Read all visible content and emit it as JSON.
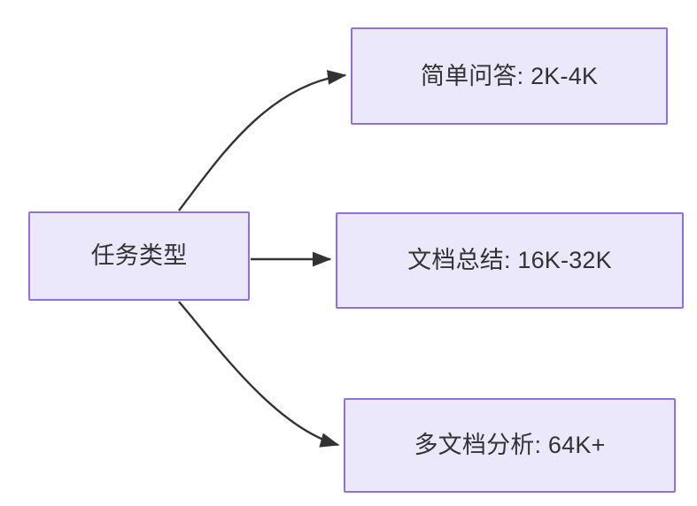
{
  "diagram": {
    "type": "flowchart",
    "orientation": "left-to-right",
    "background_color": "#ffffff",
    "node_fill_color": "#ebe8fb",
    "node_border_color": "#9171d8",
    "node_text_color": "#333333",
    "edge_color": "#333333",
    "root": {
      "id": "root",
      "label": "任务类型"
    },
    "children": [
      {
        "id": "simple-qa",
        "label": "简单问答: 2K-4K",
        "task": "简单问答",
        "context_length": "2K-4K"
      },
      {
        "id": "doc-summary",
        "label": "文档总结: 16K-32K",
        "task": "文档总结",
        "context_length": "16K-32K"
      },
      {
        "id": "multi-doc",
        "label": "多文档分析: 64K+",
        "task": "多文档分析",
        "context_length": "64K+"
      }
    ],
    "edges": [
      {
        "from": "root",
        "to": "simple-qa",
        "style": "curved-arrow",
        "label": ""
      },
      {
        "from": "root",
        "to": "doc-summary",
        "style": "straight-arrow",
        "label": ""
      },
      {
        "from": "root",
        "to": "multi-doc",
        "style": "curved-arrow",
        "label": ""
      }
    ]
  }
}
